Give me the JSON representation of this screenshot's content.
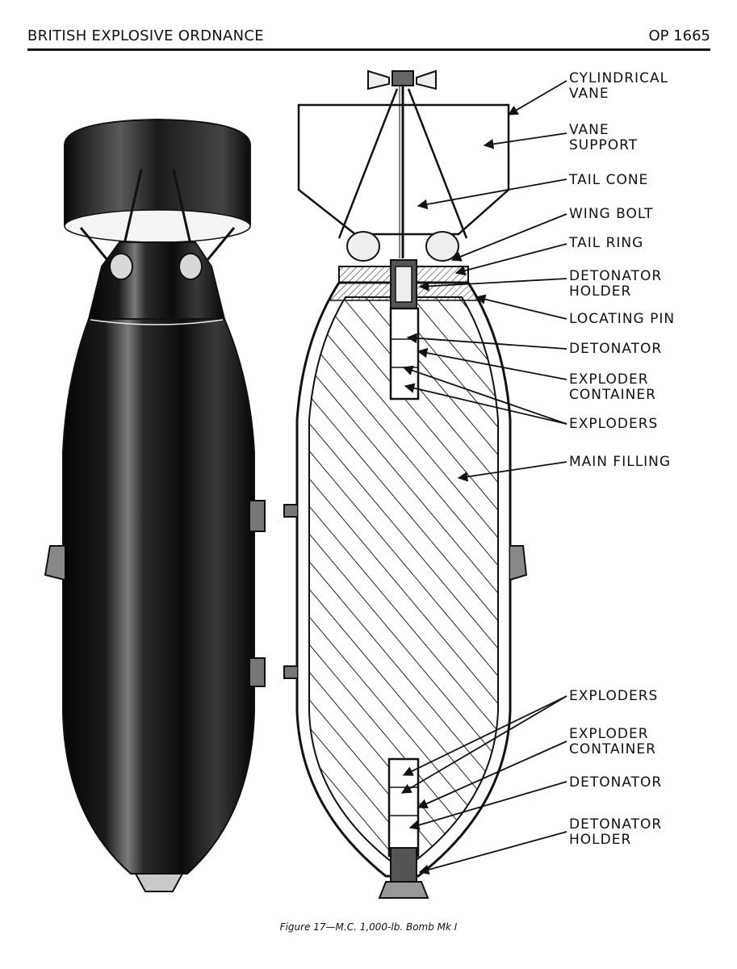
{
  "header": {
    "title": "BRITISH EXPLOSIVE ORDNANCE",
    "page_ref": "OP 1665"
  },
  "labels": {
    "cylindrical_vane": [
      "CYLINDRICAL",
      "VANE"
    ],
    "vane_support": [
      "VANE",
      "SUPPORT"
    ],
    "tail_cone": "TAIL CONE",
    "wing_bolt": "WING BOLT",
    "tail_ring": "TAIL RING",
    "detonator_holder_top": [
      "DETONATOR",
      "HOLDER"
    ],
    "locating_pin": "LOCATING PIN",
    "detonator_top": "DETONATOR",
    "exploder_container_top": [
      "EXPLODER",
      "CONTAINER"
    ],
    "exploders_top": "EXPLODERS",
    "main_filling": "MAIN FILLING",
    "exploders_bottom": "EXPLODERS",
    "exploder_container_bottom": [
      "EXPLODER",
      "CONTAINER"
    ],
    "detonator_bottom": "DETONATOR",
    "detonator_holder_bottom": [
      "DETONATOR",
      "HOLDER"
    ]
  },
  "caption": "Figure 17—M.C. 1,000-lb. Bomb Mk I"
}
